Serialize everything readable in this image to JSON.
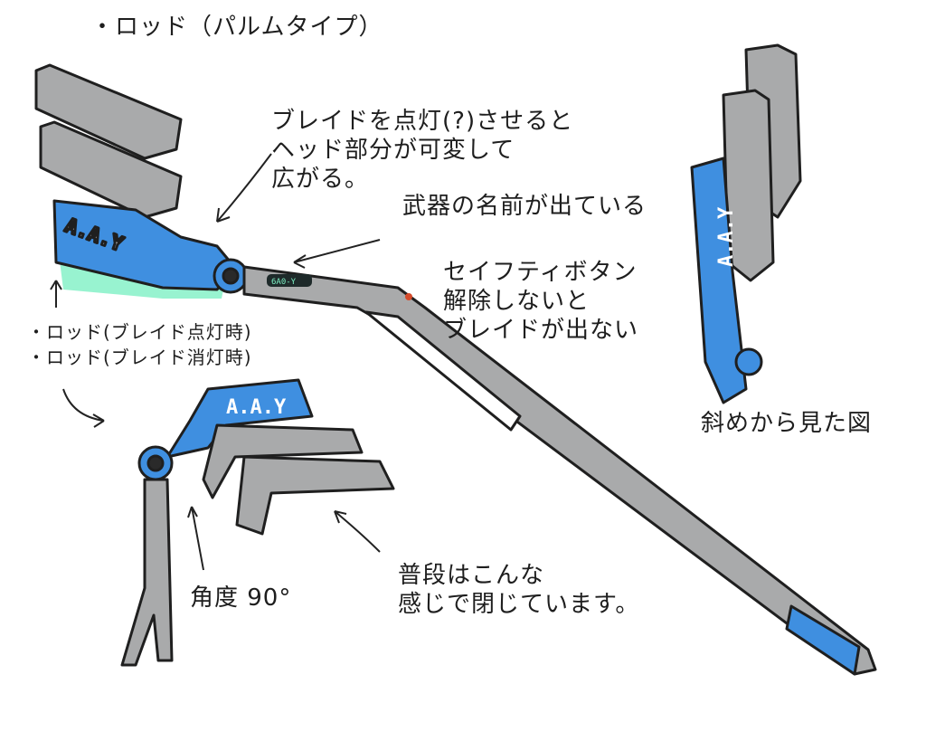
{
  "title": "・ロッド（パルムタイプ）",
  "notes": {
    "blade_on": "ブレイドを点灯(?)させると\nヘッド部分が可変して\n広がる。",
    "weapon_name": "武器の名前が出ている",
    "safety": "セイフティボタン\n解除しないと\nブレイドが出ない",
    "state_on": "・ロッド(ブレイド点灯時)",
    "state_off": "・ロッド(ブレイド消灯時)",
    "angle": "角度 90°",
    "closed": "普段はこんな\n感じで閉じています。",
    "oblique": "斜めから見た図"
  },
  "weapon": {
    "logo": "A.A.Y",
    "display": "6A0-Y"
  },
  "colors": {
    "blue": "#3f8fe0",
    "gray": "#a9aaab",
    "dark": "#2a2a2a",
    "glow": "#7ef0c4"
  }
}
